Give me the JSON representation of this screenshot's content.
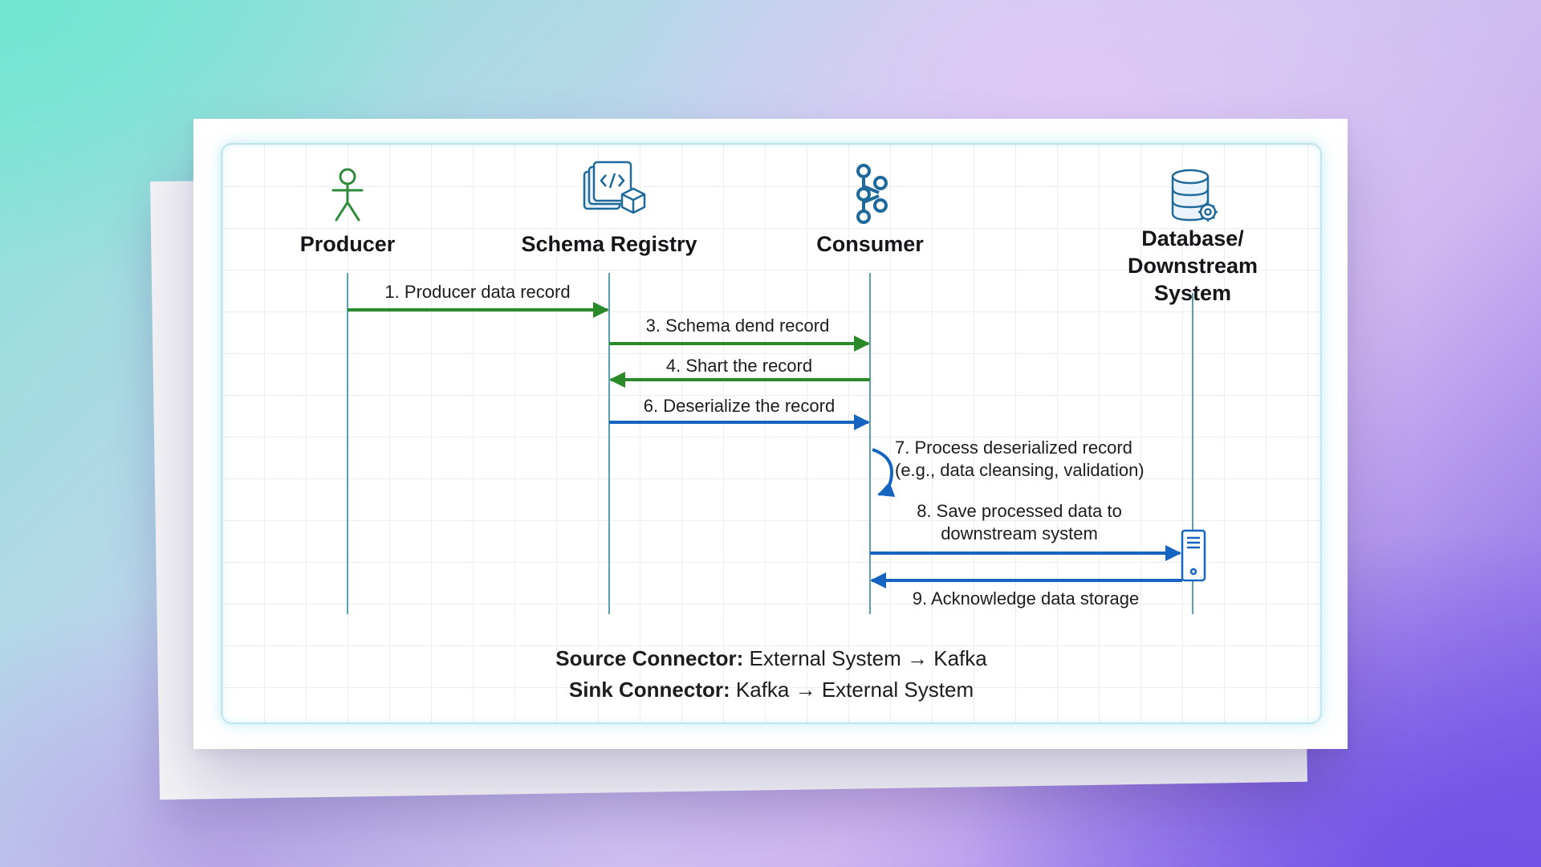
{
  "colors": {
    "green": "#2a8a2a",
    "blue": "#1565c0",
    "lifeline": "#5a9fb0",
    "actor_green": "#2e8b3a",
    "actor_blue": "#1f6a9a"
  },
  "actors": [
    {
      "name": "Producer",
      "icon": "stick-figure-icon"
    },
    {
      "name": "Schema Registry",
      "icon": "schema-documents-icon"
    },
    {
      "name": "Consumer",
      "icon": "kafka-nodes-icon"
    },
    {
      "name": "Database/\nDownstream System",
      "icon": "database-gear-icon"
    }
  ],
  "messages": [
    {
      "label": "1. Producer data record",
      "from": 0,
      "to": 1,
      "color": "green"
    },
    {
      "label": "3. Schema dend record",
      "from": 1,
      "to": 2,
      "color": "green"
    },
    {
      "label": "4. Shart the record",
      "from": 2,
      "to": 1,
      "color": "green"
    },
    {
      "label": "6. Deserialize the record",
      "from": 1,
      "to": 2,
      "color": "blue"
    },
    {
      "label": "7. Process deserialized record\n(e.g., data cleansing, validation)",
      "from": 2,
      "to": 2,
      "color": "blue",
      "self": true
    },
    {
      "label": "8. Save processed data to\ndownstream system",
      "from": 2,
      "to": 3,
      "color": "blue"
    },
    {
      "label": "9. Acknowledge data storage",
      "from": 3,
      "to": 2,
      "color": "blue"
    }
  ],
  "footer": {
    "source_label": "Source Connector:",
    "source_value": "External System → Kafka",
    "sink_label": "Sink Connector:",
    "sink_value": "Kafka → External System"
  }
}
